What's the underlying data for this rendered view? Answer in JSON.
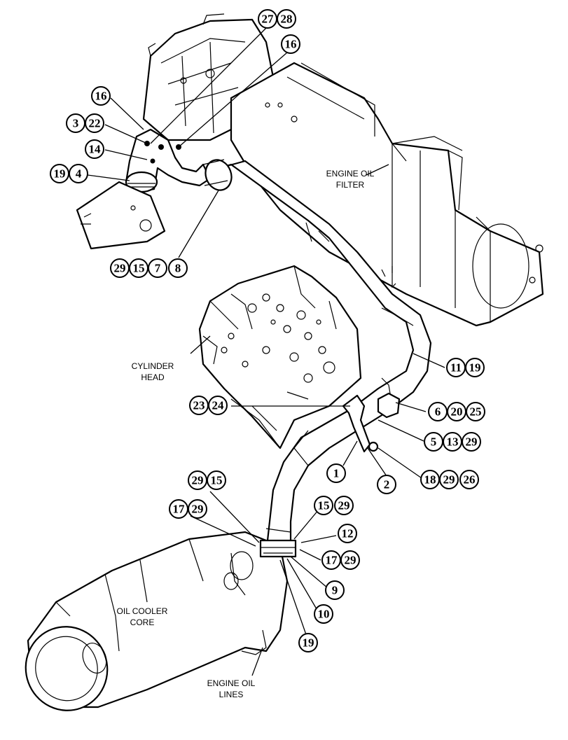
{
  "labels": {
    "engine_oil_filter": [
      "ENGINE OIL",
      "FILTER"
    ],
    "cylinder_head": [
      "CYLINDER",
      "HEAD"
    ],
    "oil_cooler_core": [
      "OIL COOLER",
      "CORE"
    ],
    "engine_oil_lines": [
      "ENGINE OIL",
      "LINES"
    ]
  },
  "callouts": [
    {
      "id": "c-27-28",
      "numbers": [
        "27",
        "28"
      ]
    },
    {
      "id": "c-16-top",
      "numbers": [
        "16"
      ]
    },
    {
      "id": "c-16-left",
      "numbers": [
        "16"
      ]
    },
    {
      "id": "c-3-22",
      "numbers": [
        "3",
        "22"
      ]
    },
    {
      "id": "c-14",
      "numbers": [
        "14"
      ]
    },
    {
      "id": "c-19-4",
      "numbers": [
        "19",
        "4"
      ]
    },
    {
      "id": "c-29-15-7-8",
      "numbers": [
        "29",
        "15",
        "7",
        "8"
      ]
    },
    {
      "id": "c-11-19",
      "numbers": [
        "11",
        "19"
      ]
    },
    {
      "id": "c-23-24",
      "numbers": [
        "23",
        "24"
      ]
    },
    {
      "id": "c-6-20-25",
      "numbers": [
        "6",
        "20",
        "25"
      ]
    },
    {
      "id": "c-5-13-29",
      "numbers": [
        "5",
        "13",
        "29"
      ]
    },
    {
      "id": "c-1",
      "numbers": [
        "1"
      ]
    },
    {
      "id": "c-2",
      "numbers": [
        "2"
      ]
    },
    {
      "id": "c-18-29-26",
      "numbers": [
        "18",
        "29",
        "26"
      ]
    },
    {
      "id": "c-29-15",
      "numbers": [
        "29",
        "15"
      ]
    },
    {
      "id": "c-17-29-left",
      "numbers": [
        "17",
        "29"
      ]
    },
    {
      "id": "c-15-29",
      "numbers": [
        "15",
        "29"
      ]
    },
    {
      "id": "c-12",
      "numbers": [
        "12"
      ]
    },
    {
      "id": "c-17-29-right",
      "numbers": [
        "17",
        "29"
      ]
    },
    {
      "id": "c-9",
      "numbers": [
        "9"
      ]
    },
    {
      "id": "c-10",
      "numbers": [
        "10"
      ]
    },
    {
      "id": "c-19-bottom",
      "numbers": [
        "19"
      ]
    }
  ]
}
